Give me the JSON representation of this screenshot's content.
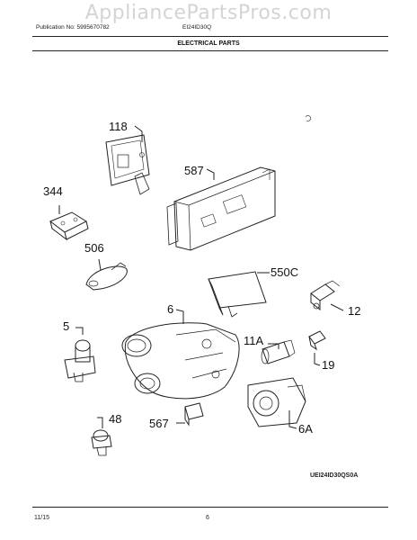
{
  "watermark": "AppliancePartsPros.com",
  "header": {
    "publication": "Publication No: 5995670782",
    "model": "EI24ID30Q",
    "title": "ELECTRICAL PARTS"
  },
  "labels": {
    "p118": "118",
    "p587": "587",
    "p344": "344",
    "p506": "506",
    "p550c": "550C",
    "p12": "12",
    "p6": "6",
    "p5": "5",
    "p11a": "11A",
    "p19": "19",
    "p48": "48",
    "p567": "567",
    "p6a": "6A"
  },
  "diagram_code": "UEI24ID30QS0A",
  "footer": {
    "date": "11/15",
    "page": "6"
  }
}
